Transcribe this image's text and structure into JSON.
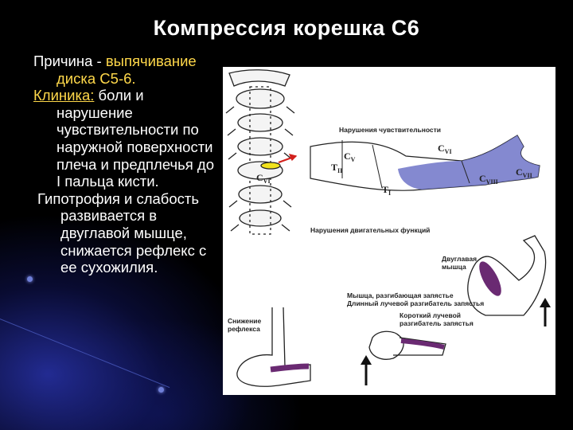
{
  "slide": {
    "title": "Компрессия корешка С6",
    "cause_label": "Причина -",
    "cause_text": "выпячивание диска С5-6.",
    "clinic_label": "Клиника:",
    "clinic_text": " боли и нарушение чувствительности по наружной поверхности плеча и предплечья до I пальца кисти.",
    "hypotrophy_text": "Гипотрофия и слабость развивается в двуглавой мышце, снижается рефлекс с ее сухожилия."
  },
  "figure": {
    "sensory_label": "Нарушения чувствительности",
    "motor_label": "Нарушения двигательных функций",
    "biceps_label_1": "Двуглавая",
    "biceps_label_2": "мышца",
    "extensor_label": "Мышца, разгибающая запястье",
    "long_radial_label": "Длинный лучевой разгибатель запястья",
    "short_radial_label_1": "Короткий лучевой",
    "short_radial_label_2": "разгибатель запястья",
    "reflex_label_1": "Снижение",
    "reflex_label_2": "рефлекса",
    "segments": {
      "c_vi_disc": "C",
      "c_vi_disc_sub": "VI",
      "cv": "C",
      "cv_sub": "V",
      "cvi": "C",
      "cvi_sub": "VI",
      "cvii": "C",
      "cvii_sub": "VII",
      "cviii": "C",
      "cviii_sub": "VIII",
      "tii": "T",
      "tii_sub": "II",
      "ti": "T",
      "ti_sub": "I"
    }
  },
  "colors": {
    "background": "#000000",
    "title": "#ffffff",
    "highlight": "#ffd84a",
    "dermatome": "#6f74c8",
    "muscle": "#6a2a72",
    "disc": "#f2e21c",
    "arrow_red": "#d2201c"
  }
}
